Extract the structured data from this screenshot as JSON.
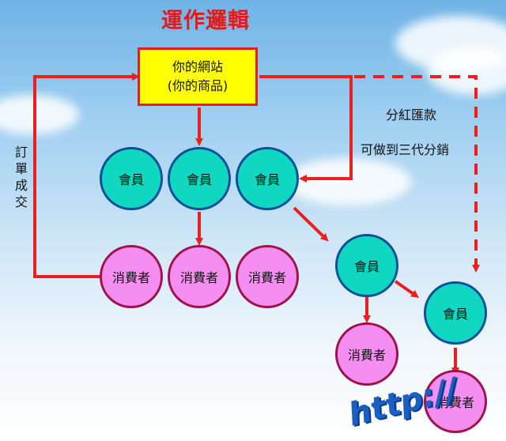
{
  "title": "運作邏輯",
  "site": {
    "line1": "你的網站",
    "line2": "(你的商品)"
  },
  "order_label": "訂單成交",
  "profit_label": "分紅匯款",
  "three_gen_label": "可做到三代分銷",
  "members": [
    "會員",
    "會員",
    "會員",
    "會員",
    "會員"
  ],
  "consumers": [
    "消費者",
    "消費者",
    "消費者",
    "消費者",
    "消費者"
  ],
  "watermark": "http://",
  "colors": {
    "arrow": "#e82020",
    "member": "#10d8c0",
    "consumer": "#f48ef0",
    "site_box": "#ffff00",
    "title": "#e11a1a"
  }
}
